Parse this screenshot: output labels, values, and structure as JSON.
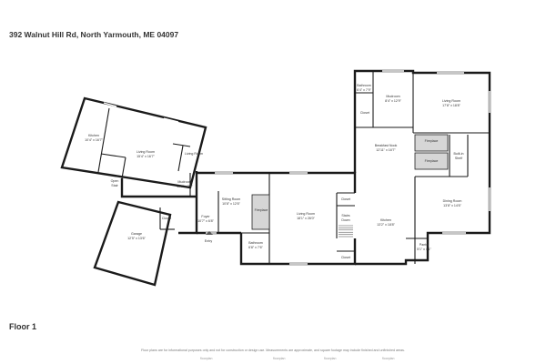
{
  "header": {
    "address": "392 Walnut Hill Rd, North Yarmouth, ME 04097"
  },
  "floor_label": "Floor 1",
  "disclaimer": "Floor plans are for informational purposes only and not for construction or design use. Measurements are approximate, and square footage may include finished and unfinished areas.",
  "rooms": {
    "kitchen_left": {
      "name": "Kitchen",
      "dim": "10'4\" x 16'7\""
    },
    "living_left": {
      "name": "Living Room",
      "dim": "15'4\" x 16'7\""
    },
    "living_left2": {
      "name": "Living Room",
      "dim": ""
    },
    "open_to_below": {
      "name": "Open",
      "dim": "Stair"
    },
    "mudroom_left": {
      "name": "Mudroom",
      "dim": "10'1\" x 7'9\""
    },
    "garage": {
      "name": "Garage",
      "dim": "12'5\" x 13'6\""
    },
    "closet_garage": {
      "name": "Closet"
    },
    "sitting_room": {
      "name": "Sitting Room",
      "dim": "10'8\" x 12'6\""
    },
    "foyer": {
      "name": "Foyer",
      "dim": "10'7\" x 6'8\""
    },
    "entry": {
      "name": "Entry"
    },
    "fireplace_mid": {
      "name": "Fireplace"
    },
    "living_mid": {
      "name": "Living Room",
      "dim": "18'1\" x 26'0\""
    },
    "bathroom_bottom": {
      "name": "Bathroom",
      "dim": "6'8\" x 7'6\""
    },
    "closet_mid": {
      "name": "Closet"
    },
    "stairs_down": {
      "name": "Stairs",
      "dim": "Down"
    },
    "closet_bottom": {
      "name": "Closet"
    },
    "kitchen_mid": {
      "name": "Kitchen",
      "dim": "13'2\" x 18'8\""
    },
    "breakfast_nook": {
      "name": "Breakfast Nook",
      "dim": "12'11\" x 16'7\""
    },
    "bathroom_top": {
      "name": "Bathroom",
      "dim": "6'4\" x 7'9\""
    },
    "closet_top": {
      "name": "Closet"
    },
    "mudroom_right": {
      "name": "Mudroom",
      "dim": "8'4\" x 12'9\""
    },
    "living_right": {
      "name": "Living Room",
      "dim": "17'8\" x 18'8\""
    },
    "fireplace_r1": {
      "name": "Fireplace"
    },
    "fireplace_r2": {
      "name": "Fireplace"
    },
    "builtin": {
      "name": "Built-in",
      "dim": "Shelf"
    },
    "dining": {
      "name": "Dining Room",
      "dim": "13'8\" x 14'6\""
    },
    "pantry": {
      "name": "Pantry",
      "dim": "5'1\" x 4'1\""
    }
  },
  "watermarks": [
    "floorplan",
    "floorplan",
    "floorplan",
    "floorplan"
  ]
}
